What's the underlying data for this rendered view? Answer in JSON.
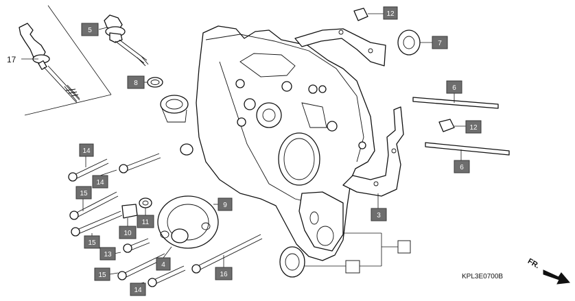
{
  "diagram_code": "KPL3E0700B",
  "direction_label": "FR.",
  "plain_label": "17",
  "callouts": [
    {
      "id": "c5",
      "label": "5"
    },
    {
      "id": "c12a",
      "label": "12"
    },
    {
      "id": "c7",
      "label": "7"
    },
    {
      "id": "c8",
      "label": "8"
    },
    {
      "id": "c6a",
      "label": "6"
    },
    {
      "id": "c12b",
      "label": "12"
    },
    {
      "id": "c6b",
      "label": "6"
    },
    {
      "id": "c14a",
      "label": "14"
    },
    {
      "id": "c14b",
      "label": "14"
    },
    {
      "id": "c15a",
      "label": "15"
    },
    {
      "id": "c9",
      "label": "9"
    },
    {
      "id": "c11",
      "label": "11"
    },
    {
      "id": "c10",
      "label": "10"
    },
    {
      "id": "c15b",
      "label": "15"
    },
    {
      "id": "c3",
      "label": "3"
    },
    {
      "id": "c13",
      "label": "13"
    },
    {
      "id": "c4",
      "label": "4"
    },
    {
      "id": "c15c",
      "label": "15"
    },
    {
      "id": "c16",
      "label": "16"
    },
    {
      "id": "c14c",
      "label": "14"
    }
  ],
  "colors": {
    "callout_fill": "#6e6e6e",
    "callout_text": "#ffffff",
    "line": "#111111"
  }
}
